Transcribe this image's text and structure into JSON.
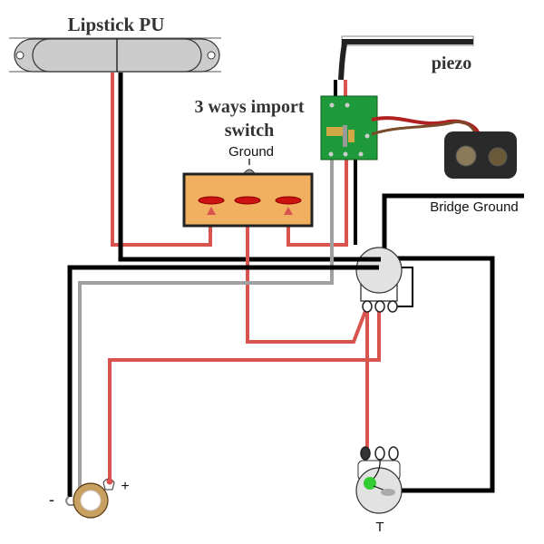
{
  "diagram": {
    "title": "Lipstick pickup + piezo wiring with 3-way switch",
    "labels": {
      "pickup": "Lipstick PU",
      "piezo": "piezo",
      "switch_line1": "3 ways import",
      "switch_line2": "switch",
      "switch_ground": "Ground",
      "bridge_ground": "Bridge Ground",
      "jack_minus": "-",
      "jack_plus": "+",
      "tone_pot": "T"
    },
    "components": [
      {
        "id": "lipstick-pickup",
        "name": "Lipstick PU"
      },
      {
        "id": "piezo-element",
        "name": "piezo"
      },
      {
        "id": "preamp-board",
        "name": "Piezo preamp"
      },
      {
        "id": "battery-clip",
        "name": "9V battery clip"
      },
      {
        "id": "three-way-switch",
        "name": "3 ways import switch"
      },
      {
        "id": "volume-pot",
        "name": "Volume pot"
      },
      {
        "id": "tone-pot",
        "name": "T"
      },
      {
        "id": "output-jack",
        "name": "Output jack"
      }
    ],
    "wire_colors": {
      "hot": "#d9534f",
      "ground": "#000000",
      "shield": "#a0a0a0"
    },
    "component_colors": {
      "pickup_body": "#cccccc",
      "switch_body": "#f0b060",
      "switch_lug": "#cc1111",
      "pcb": "#1f9a3a",
      "battery": "#2a2a2a",
      "jack_ring": "#c8a060",
      "capacitor": "#33cc33"
    }
  }
}
